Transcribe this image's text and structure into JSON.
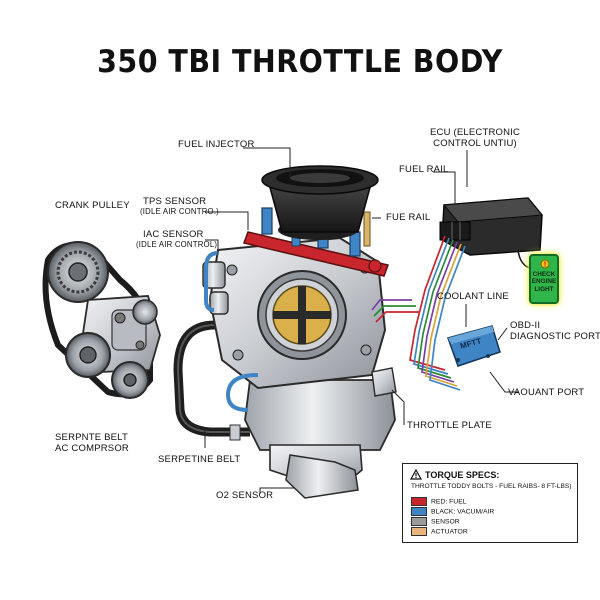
{
  "title": "350 TBI THROTTLE BODY",
  "labels": {
    "fuel_injector": "FUEL INJECTOR",
    "ecu": "ECU (ELECTRONIC\nCONTROL UNTIU)",
    "fuel_rail": "FUEL RAIL",
    "fue_rail": "FUE RAIL",
    "crank_pulley": "CRANK PULLEY",
    "tps_sensor": "TPS SENSOR",
    "tps_sub": "(IDLE AIR CONTRO.)",
    "iac_sensor": "IAC SENSOR",
    "iac_sub": "(IDLE AIR CONTROL)",
    "coolant_line": "COOLANT LINE",
    "obd": "OBD-II\nDIAGNOSTIC PORT",
    "obd_connector": "MFTT",
    "vacuum_port": "VAOUANT PORT",
    "throttle_plate": "THROTTLE PLATE",
    "serpentine_ac": "SERPNTE BELT\nAC COMPRSOR",
    "serpetine_belt": "SERPETINE BELT",
    "o2_sensor": "O2 SENSOR"
  },
  "check_engine_light": "CHECK\nENGINE\nLIGHT",
  "legend": {
    "heading": "TORQUE SPECS:",
    "subheading": "THROTTLE TODDY BOLTS - FUEL RAIBS- 8 FT-LBS)",
    "items": [
      {
        "label": "RED: FUEL",
        "color": "#c8262c"
      },
      {
        "label": "BLACK: VACUM/AIR",
        "color": "#3f84c4"
      },
      {
        "label": "SENSOR",
        "color": "#9a9a9a"
      },
      {
        "label": "ACTUATOR",
        "color": "#e9b57a"
      }
    ]
  },
  "colors": {
    "fuel": "#c8262c",
    "vacuum": "#3f84c4",
    "sensor": "#9a9a9a",
    "actuator": "#e9b57a",
    "check_light": "#2fb54a",
    "throttle_plate": "#d9b04a",
    "ecu": "#2b2b2b"
  }
}
